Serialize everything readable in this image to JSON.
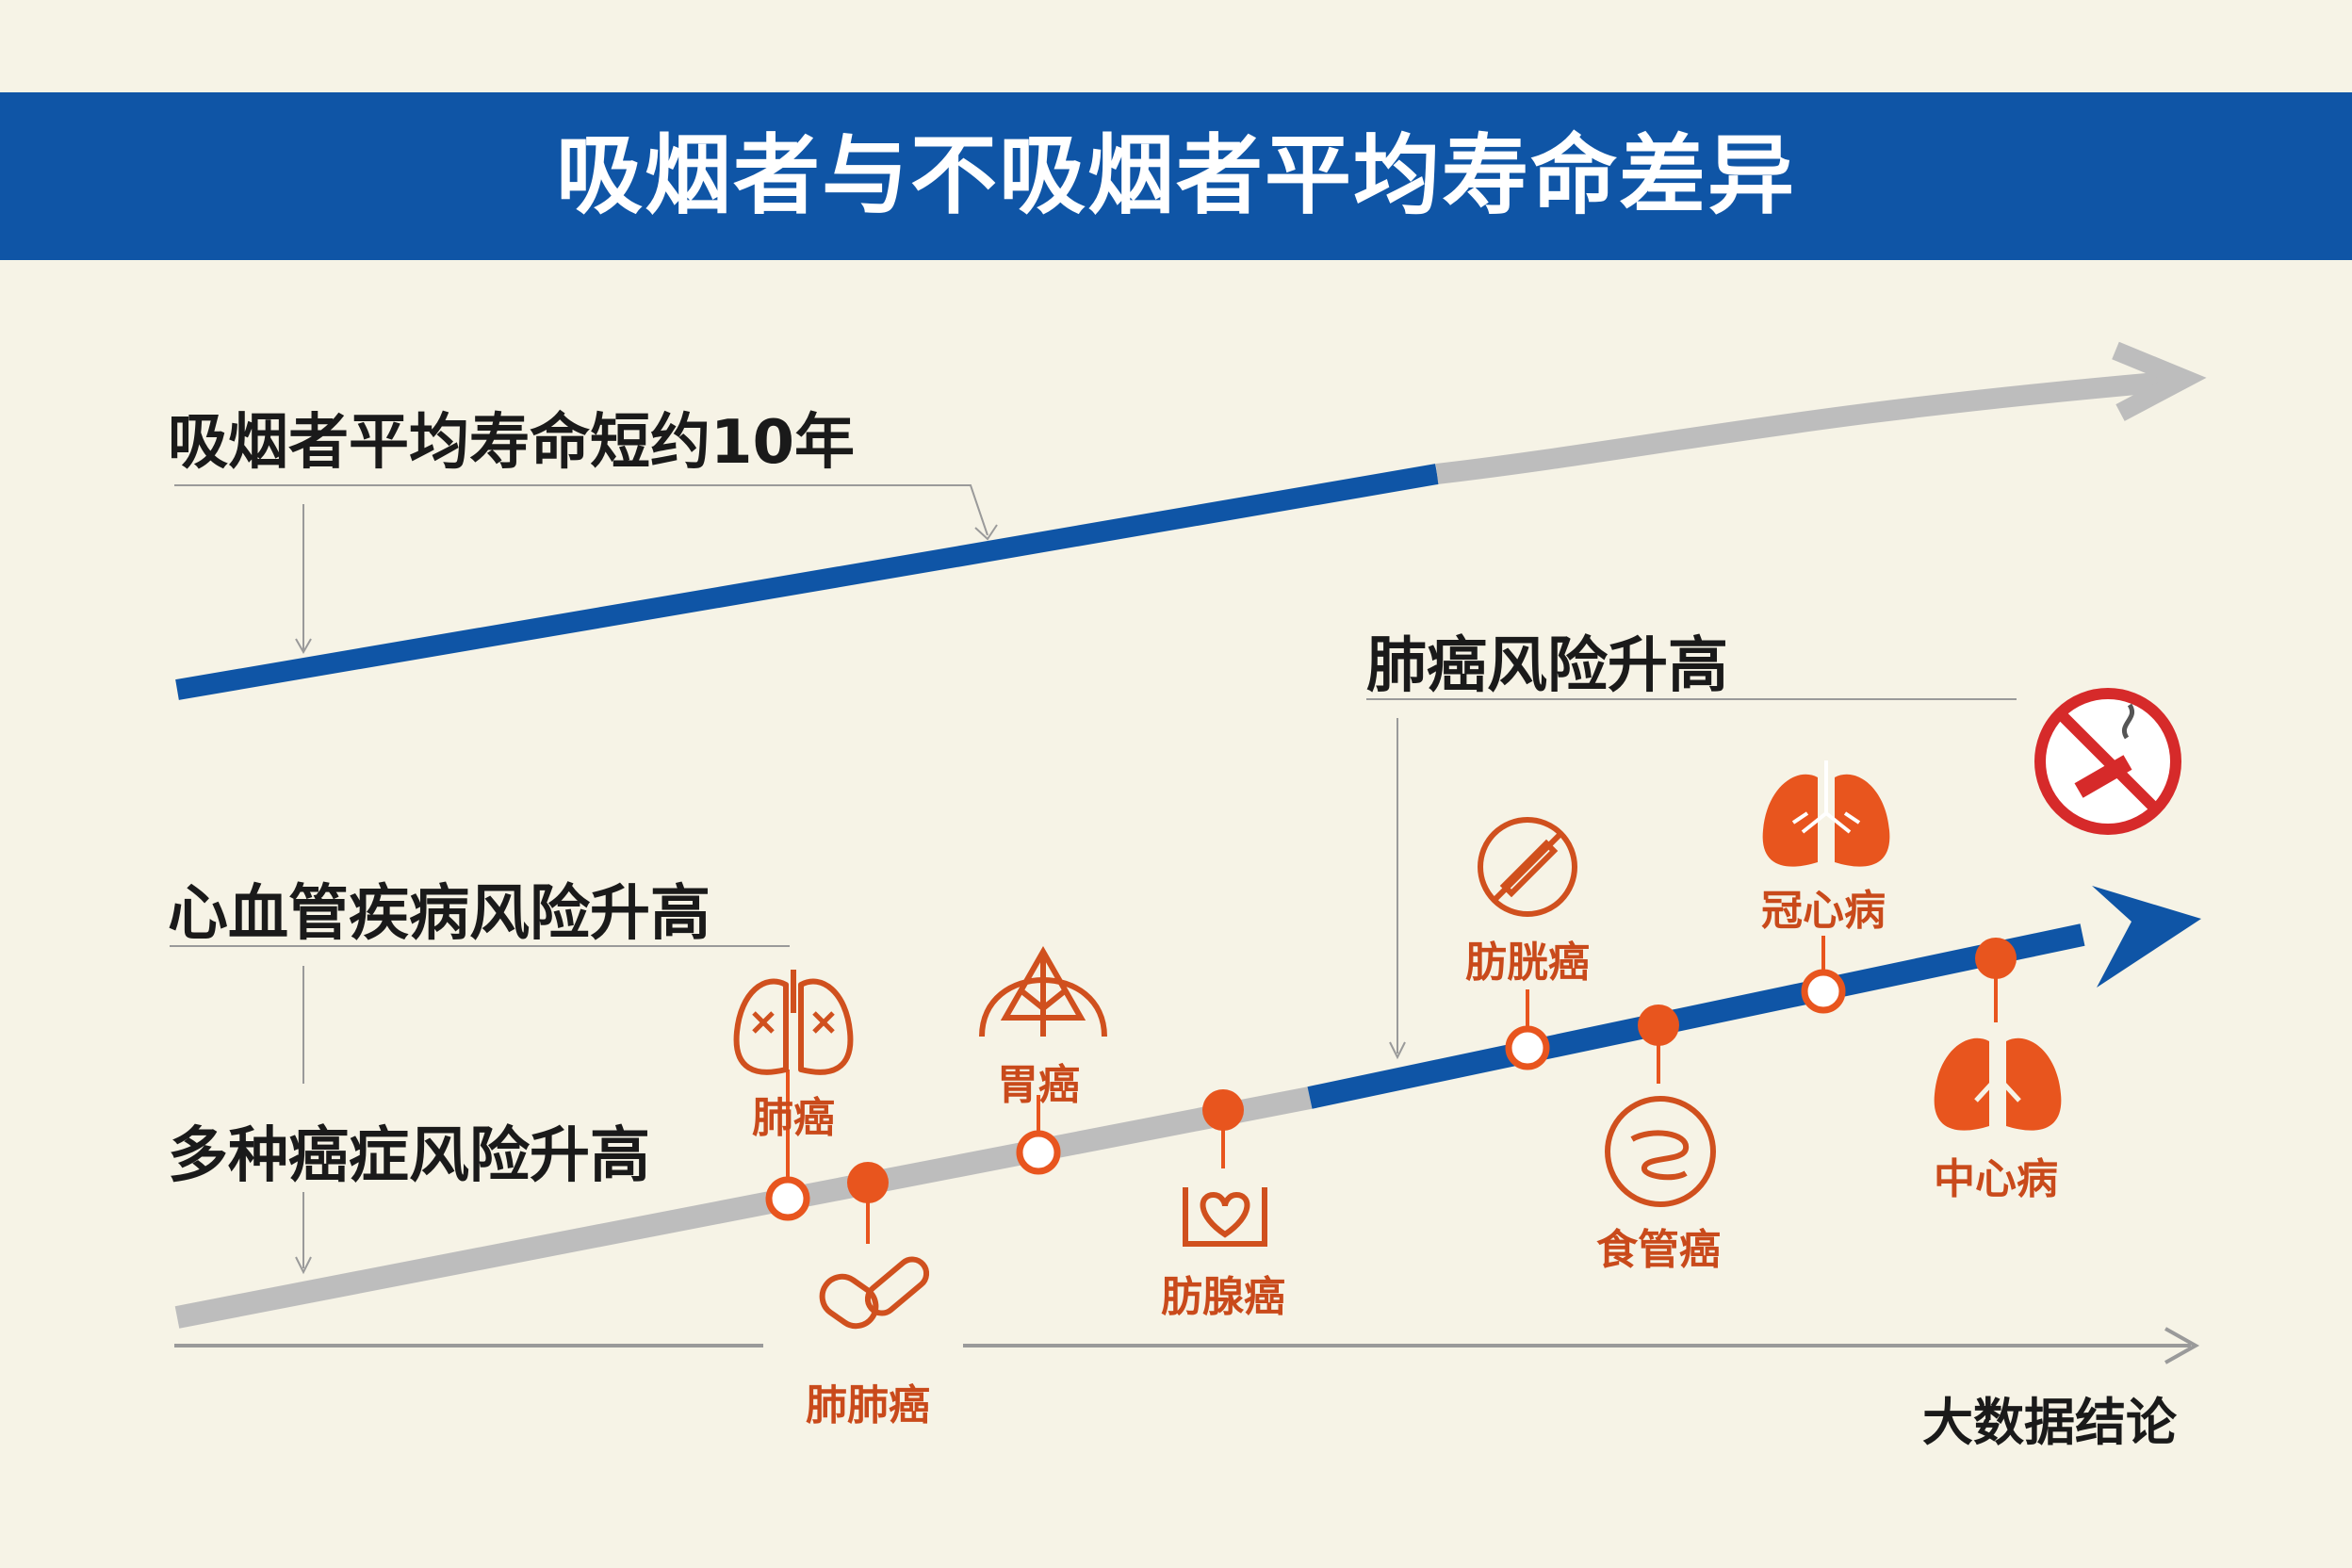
{
  "title": "吸烟者与不吸烟者平均寿命差异",
  "labels": {
    "life_short": "吸烟者平均寿命短约10年",
    "lung_cancer_risk": "肺癌风险升高",
    "cardio_risk": "心血管疾病风险升高",
    "cancer_risk": "多种癌症风险升高",
    "conclusion": "大数据结论"
  },
  "diseases": [
    {
      "name": "肺癌",
      "icon": "lungs-x-icon"
    },
    {
      "name": "肺肺癌",
      "icon": "pill-icon"
    },
    {
      "name": "胃癌",
      "icon": "stomach-icon"
    },
    {
      "name": "肪腺癌",
      "icon": "heart-hands-icon"
    },
    {
      "name": "肪胱癌",
      "icon": "no-cigarette-icon"
    },
    {
      "name": "食管癌",
      "icon": "intestine-icon"
    },
    {
      "name": "冠心病",
      "icon": "lungs-icon"
    },
    {
      "name": "中心病",
      "icon": "lungs-icon"
    }
  ],
  "colors": {
    "brand_blue": "#0f55a6",
    "accent_orange": "#e8551e",
    "label_orange": "#c94a1b",
    "gray_line": "#bdbdbd",
    "background": "#f6f3e6",
    "no_smoking_red": "#d62a2a"
  },
  "icons": [
    "no-smoking-sign-icon"
  ]
}
